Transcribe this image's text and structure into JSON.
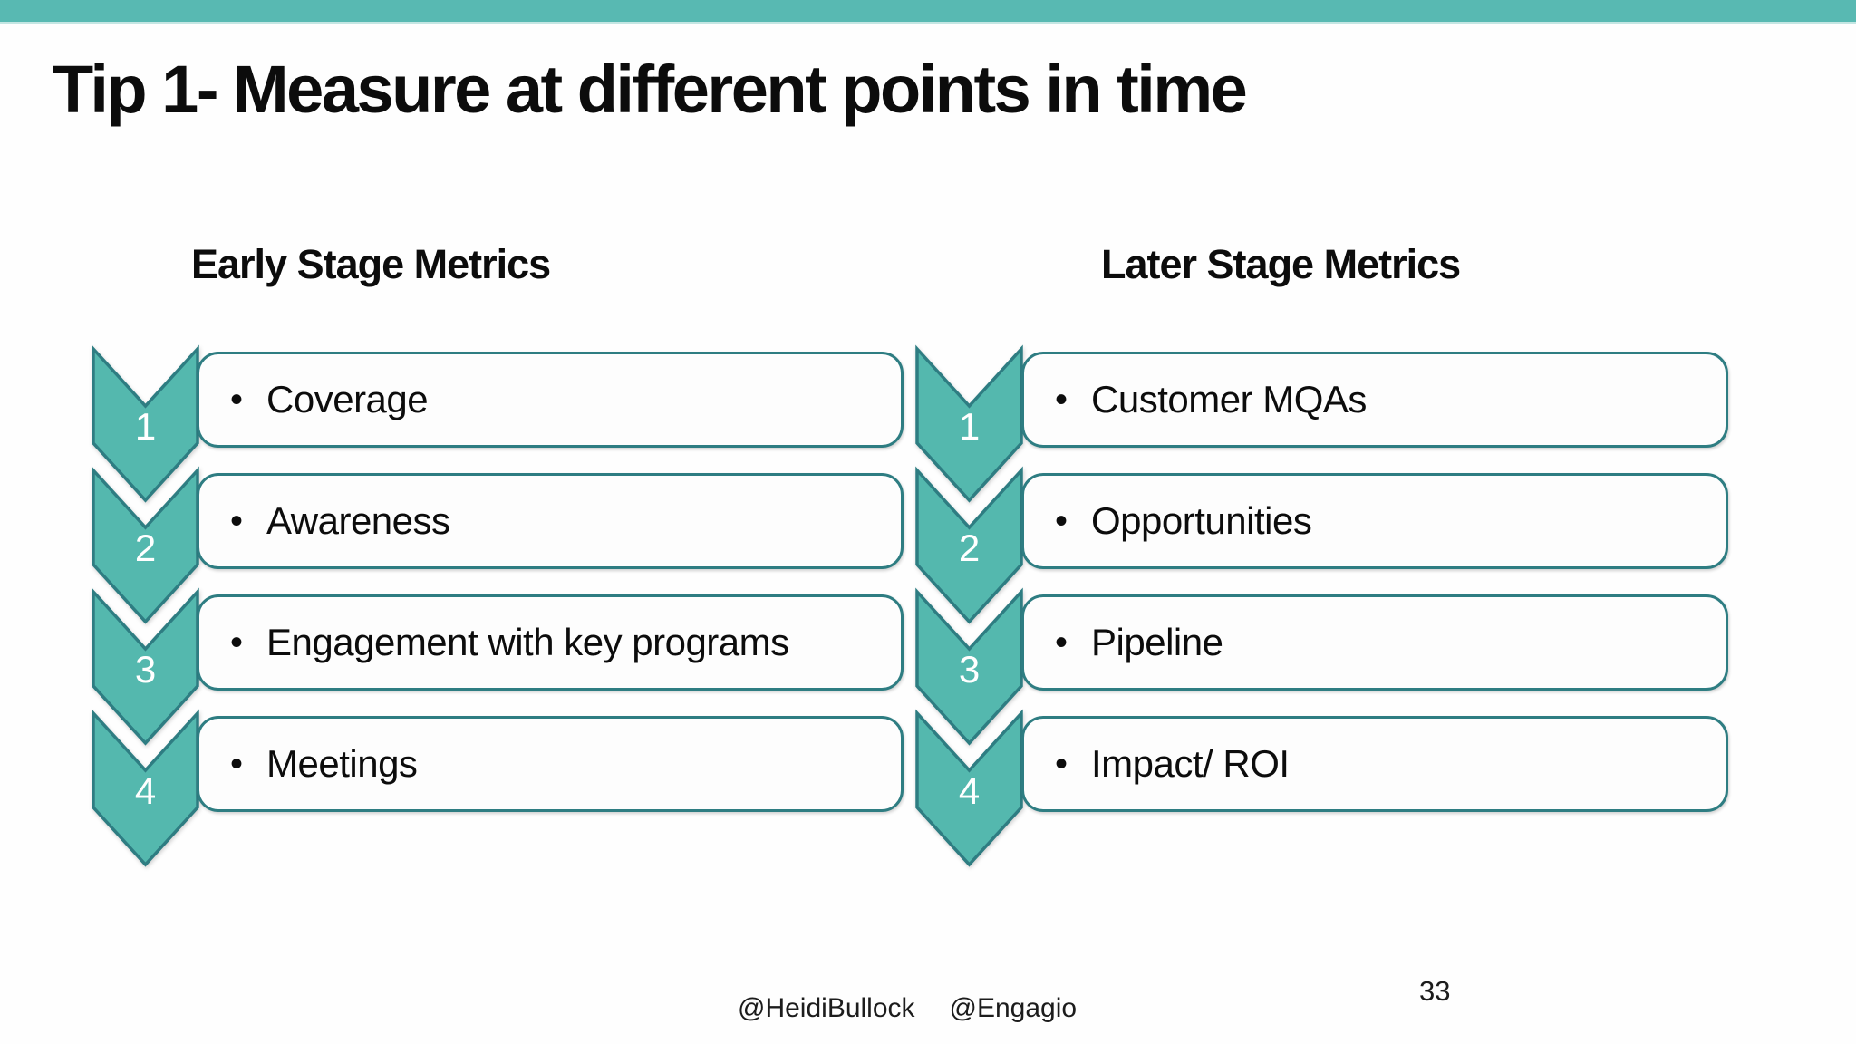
{
  "slide": {
    "title": "Tip 1- Measure at different points in time",
    "bullet": "•",
    "page_number": "33",
    "footer": {
      "handle1": "@HeidiBullock",
      "handle2": "@Engagio"
    },
    "colors": {
      "top_bar": "#58b9b2",
      "chevron_fill": "#54b8ae",
      "chevron_border": "#2e7d82",
      "box_border": "#2e7d82"
    },
    "columns": [
      {
        "header": "Early Stage Metrics",
        "items": [
          {
            "number": "1",
            "label": "Coverage"
          },
          {
            "number": "2",
            "label": "Awareness"
          },
          {
            "number": "3",
            "label": "Engagement with key programs"
          },
          {
            "number": "4",
            "label": "Meetings"
          }
        ]
      },
      {
        "header": "Later Stage Metrics",
        "items": [
          {
            "number": "1",
            "label": "Customer MQAs"
          },
          {
            "number": "2",
            "label": "Opportunities"
          },
          {
            "number": "3",
            "label": "Pipeline"
          },
          {
            "number": "4",
            "label": "Impact/ ROI"
          }
        ]
      }
    ]
  }
}
